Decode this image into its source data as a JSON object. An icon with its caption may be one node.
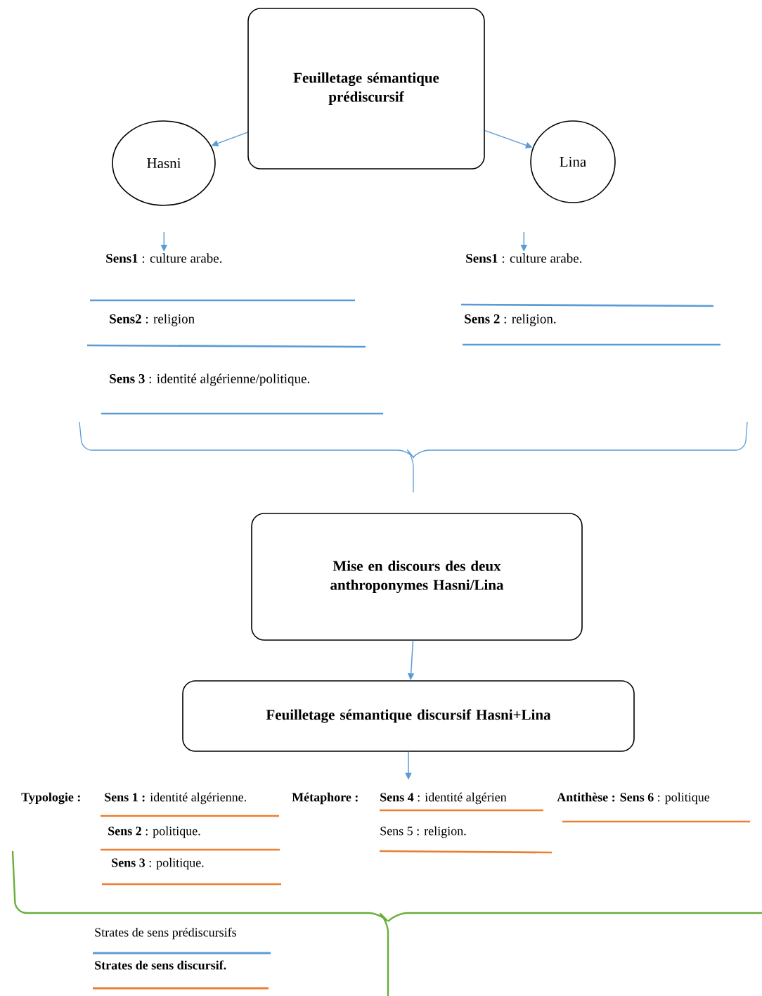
{
  "diagram": {
    "nodes": [
      {
        "text": [
          "Feuilletage sémantique prédiscursif"
        ]
      },
      {
        "text": [
          "Hasni"
        ]
      },
      {
        "text": [
          "Lina"
        ]
      },
      {
        "text": [
          "Mise en discours des deux anthroponymes Hasni/Lina"
        ]
      },
      {
        "text": [
          "Feuilletage sémantique discursif  Hasni+Lina"
        ]
      },
      {
        "text": [
          "**Sens1** : culture arabe."
        ]
      },
      {
        "text": [
          "**Sens1** : culture arabe."
        ]
      }
    ],
    "edges": [
      {
        "from": 0,
        "to": 1,
        "arrow": "to"
      },
      {
        "from": 0,
        "to": 2,
        "arrow": "to"
      },
      {
        "from": null,
        "to": 5,
        "arrow": "to"
      },
      {
        "from": null,
        "to": 6,
        "arrow": "to"
      },
      {
        "from": 3,
        "to": 4,
        "arrow": "to"
      },
      {
        "from": 4,
        "to": null,
        "arrow": "to"
      }
    ],
    "labels": [
      "**Sens2** :  religion",
      "**Sens 2** : religion.",
      "**Sens 3** : identité algérienne/politique.",
      "Typologie :",
      "**Sens 1 :** identité algérienne.",
      "Métaphore :",
      "**Sens 4** : identité algérien",
      "**Antithèse : Sens 6** : politique",
      "**Sens 2** : politique.",
      "Sens 5 : religion.",
      "**Sens 3** : politique."
    ],
    "legend": [
      {
        "text": "Strates de sens prédiscursifs",
        "color": "#5b9bd5"
      },
      {
        "text": "Strates de sens discursif.",
        "color": "#ed7d31"
      }
    ]
  }
}
